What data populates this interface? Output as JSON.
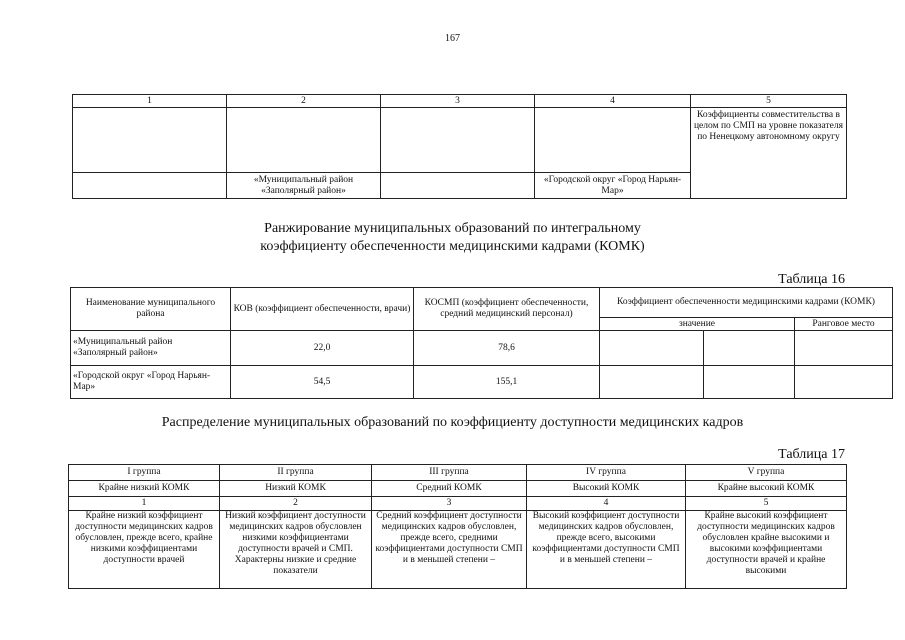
{
  "page_number": "167",
  "top_table": {
    "headers": [
      "1",
      "2",
      "3",
      "4",
      "5"
    ],
    "col5_text": "Коэффициенты совместительства в целом по СМП на уровне показателя по Ненецкому автономному округу",
    "row_col2": "«Муниципальный район «Заполярный район»",
    "row_col4": "«Городской округ «Город Нарьян-Мар»"
  },
  "section1": {
    "title_line1": "Ранжирование муниципальных образований по интегральному",
    "title_line2": "коэффициенту обеспеченности медицинскими кадрами (КОМК)",
    "table_label": "Таблица 16"
  },
  "table16": {
    "h_name": "Наименование муниципального района",
    "h_kov": "КОВ (коэффициент обеспеченности, врачи)",
    "h_kosmp": "КОСМП (коэффициент обеспеченности, средний медицинский персонал)",
    "h_komk": "Коэффициент обеспеченности медицинскими кадрами (КОМК)",
    "h_value": "значение",
    "h_rank": "Ранговое место",
    "rows": [
      {
        "name": "«Муниципальный район «Заполярный район»",
        "kov": "22,0",
        "kosmp": "78,6"
      },
      {
        "name": "«Городской округ «Город Нарьян-Мар»",
        "kov": "54,5",
        "kosmp": "155,1"
      }
    ]
  },
  "section2": {
    "title": "Распределение муниципальных образований по коэффициенту доступности медицинских кадров",
    "table_label": "Таблица 17"
  },
  "table17": {
    "groups": [
      "I группа",
      "II группа",
      "III группа",
      "IV группа",
      "V группа"
    ],
    "levels": [
      "Крайне низкий КОМК",
      "Низкий КОМК",
      "Средний КОМК",
      "Высокий КОМК",
      "Крайне высокий КОМК"
    ],
    "nums": [
      "1",
      "2",
      "3",
      "4",
      "5"
    ],
    "descriptions": [
      "Крайне низкий коэффициент доступности медицинских кадров обусловлен, прежде всего, крайне низкими коэффициентами доступности врачей",
      "Низкий коэффициент доступности медицинских кадров обусловлен низкими коэффициентами доступности врачей и СМП. Характерны низкие и средние показатели",
      "Средний коэффициент доступности медицинских кадров обусловлен, прежде всего, средними коэффициентами доступности СМП и в меньшей степени –",
      "Высокий коэффициент доступности медицинских кадров обусловлен, прежде всего, высокими коэффициентами доступности СМП и в меньшей степени –",
      "Крайне высокий коэффициент доступности медицинских кадров обусловлен крайне высокими и высокими коэффициентами доступности врачей и крайне высокими"
    ]
  }
}
